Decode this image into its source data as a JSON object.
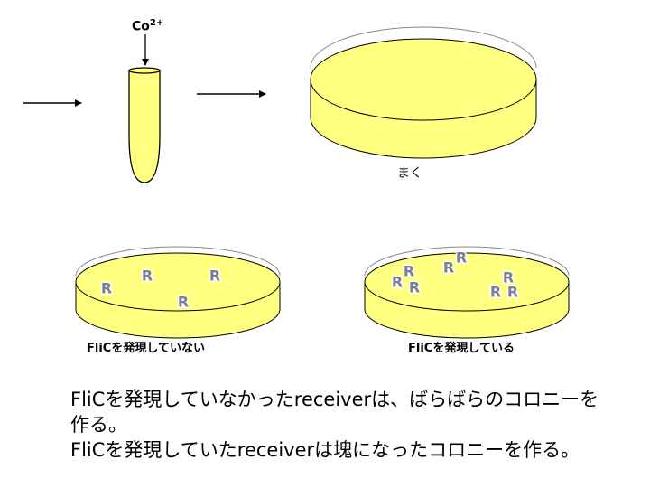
{
  "tube_label": {
    "base": "Co",
    "sup": "2+"
  },
  "plate_label": "まく",
  "colony_letter": "R",
  "left_plate_caption": "FliCを発現していない",
  "right_plate_caption": "FliCを発現している",
  "body_text": [
    "FliCを発現していなかったreceiverは、ばらばらのコロニーを",
    "作る。",
    "FliCを発現していたreceiverは塊になったコロニーを作る。"
  ],
  "colors": {
    "agar_yellow": "#ffff80",
    "colony_fill": "#7a7f95",
    "outline": "#000000"
  }
}
